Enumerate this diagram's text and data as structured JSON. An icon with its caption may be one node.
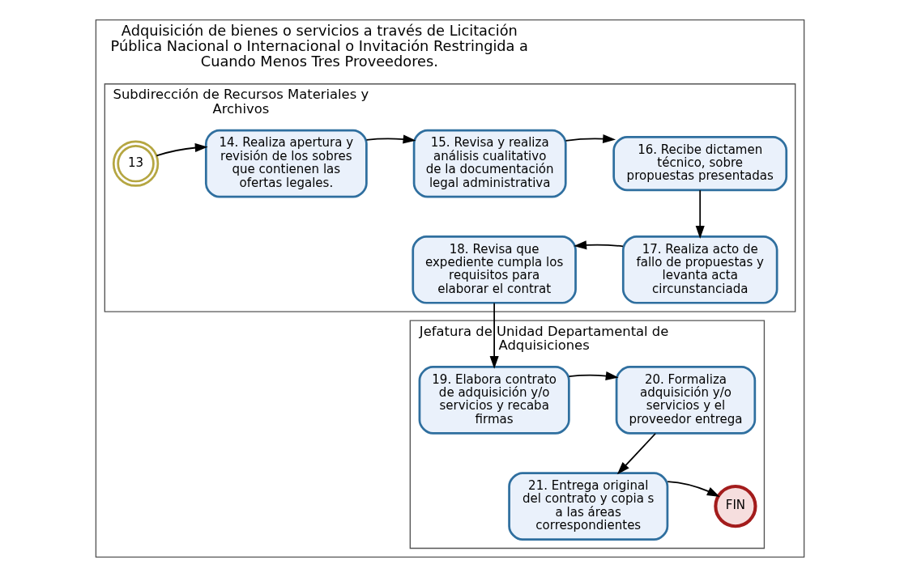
{
  "diagram": {
    "nodes": [
      {
        "text": [
          "Adquisición de bienes o servicios a través de Licitación Pública Nacional o Internacional o Invitación Restringida a Cuando Menos Tres Proveedores."
        ]
      },
      {
        "text": [
          "Subdirección de Recursos Materiales y Archivos"
        ],
        "in": 0
      },
      {
        "text": [
          "Jefatura de Unidad Departamental de Adquisiciones"
        ],
        "in": 0
      },
      {
        "text": [
          "13"
        ],
        "in": 1
      },
      {
        "text": [
          "14. Realiza apertura y revisión de los sobres que contienen las ofertas legales."
        ],
        "in": 1
      },
      {
        "text": [
          "15. Revisa y realiza análisis cualitativo de la documentación legal administrativa"
        ],
        "in": 1
      },
      {
        "text": [
          "16. Recibe dictamen técnico, sobre propuestas presentadas"
        ],
        "in": 1
      },
      {
        "text": [
          "17. Realiza acto de fallo de propuestas y levanta acta circunstanciada"
        ],
        "in": 1
      },
      {
        "text": [
          "18. Revisa que expediente cumpla los requisitos para elaborar el contrat"
        ],
        "in": 1
      },
      {
        "text": [
          "19. Elabora contrato de adquisición y/o servicios y recaba firmas"
        ],
        "in": 2
      },
      {
        "text": [
          "20. Formaliza adquisición y/o servicios y el proveedor entrega"
        ],
        "in": 2
      },
      {
        "text": [
          "21. Entrega original del contrato y copia s a las áreas correspondientes"
        ],
        "in": 2
      },
      {
        "text": [
          "FIN"
        ],
        "in": 2
      }
    ],
    "edges": [
      {
        "from": 3,
        "to": 4,
        "arrow": "to"
      },
      {
        "from": 4,
        "to": 5,
        "arrow": "to"
      },
      {
        "from": 5,
        "to": 6,
        "arrow": "to"
      },
      {
        "from": 6,
        "to": 7,
        "arrow": "to"
      },
      {
        "from": 7,
        "to": 8,
        "arrow": "to"
      },
      {
        "from": 8,
        "to": 9,
        "arrow": "to"
      },
      {
        "from": 9,
        "to": 10,
        "arrow": "to"
      },
      {
        "from": 10,
        "to": 11,
        "arrow": "to"
      },
      {
        "from": 11,
        "to": 12,
        "arrow": "to"
      }
    ]
  }
}
